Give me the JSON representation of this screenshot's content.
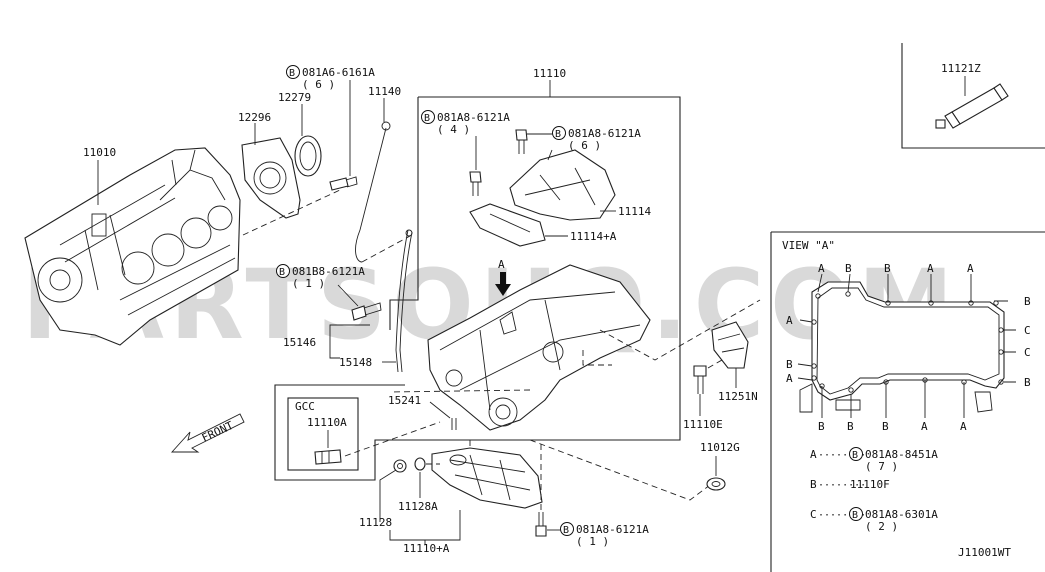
{
  "watermark": "PARTSOUQ.COM",
  "labels": {
    "p11010": "11010",
    "p12296": "12296",
    "p12279": "12279",
    "bolt_6161": "081A6-6161A",
    "bolt_6161_qty": "( 6 )",
    "p11140": "11140",
    "p11110": "11110",
    "bolt_6121_a": "081A8-6121A",
    "bolt_6121_a_qty": "( 4 )",
    "bolt_6121_b": "081A8-6121A",
    "bolt_6121_b_qty": "( 6 )",
    "p11114": "11114",
    "p11114a": "11114+A",
    "bolt_8121": "081B8-6121A",
    "bolt_8121_qty": "( 1 )",
    "p15146": "15146",
    "p15148": "15148",
    "p15241": "15241",
    "gcc": "GCC",
    "p11110a": "11110A",
    "front": "FRONT",
    "p11110e": "11110E",
    "p11251n": "11251N",
    "p11012g": "11012G",
    "p11128": "11128",
    "p11128a": "11128A",
    "p11110plusa": "11110+A",
    "bolt_6121_c": "081A8-6121A",
    "bolt_6121_c_qty": "( 1 )",
    "p11121z": "11121Z",
    "arrow_a": "A",
    "b_marker": "B",
    "view_title": "VIEW \"A\"",
    "view_a": "A",
    "view_b": "B",
    "view_c": "C",
    "legend_a_key": "A",
    "legend_a_dots": "········",
    "legend_a_part": "081A8-8451A",
    "legend_a_qty": "( 7 )",
    "legend_b_key": "B",
    "legend_b_dots": "········",
    "legend_b_part": "11110F",
    "legend_c_key": "C",
    "legend_c_dots": "········",
    "legend_c_part": "081A8-6301A",
    "legend_c_qty": "( 2 )",
    "diagram_code": "J11001WT"
  }
}
